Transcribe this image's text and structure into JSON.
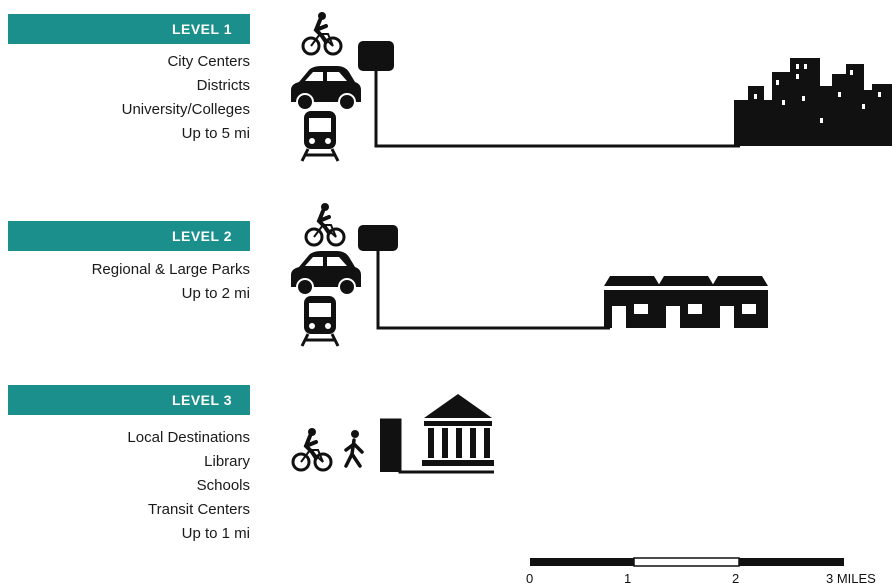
{
  "levels": [
    {
      "header": "LEVEL 1",
      "lines": [
        "City Centers",
        "Districts",
        "University/Colleges",
        "Up to 5 mi"
      ]
    },
    {
      "header": "LEVEL 2",
      "lines": [
        "Regional & Large Parks",
        "Up to 2 mi"
      ]
    },
    {
      "header": "LEVEL 3",
      "lines": [
        "Local Destinations",
        "Library",
        "Schools",
        "Transit Centers",
        "Up to 1 mi"
      ]
    }
  ],
  "scale_bar": {
    "labels": [
      "0",
      "1",
      "2",
      "3 MILES"
    ]
  },
  "colors": {
    "header_bg": "#1a8f8c",
    "icon": "#111111"
  }
}
